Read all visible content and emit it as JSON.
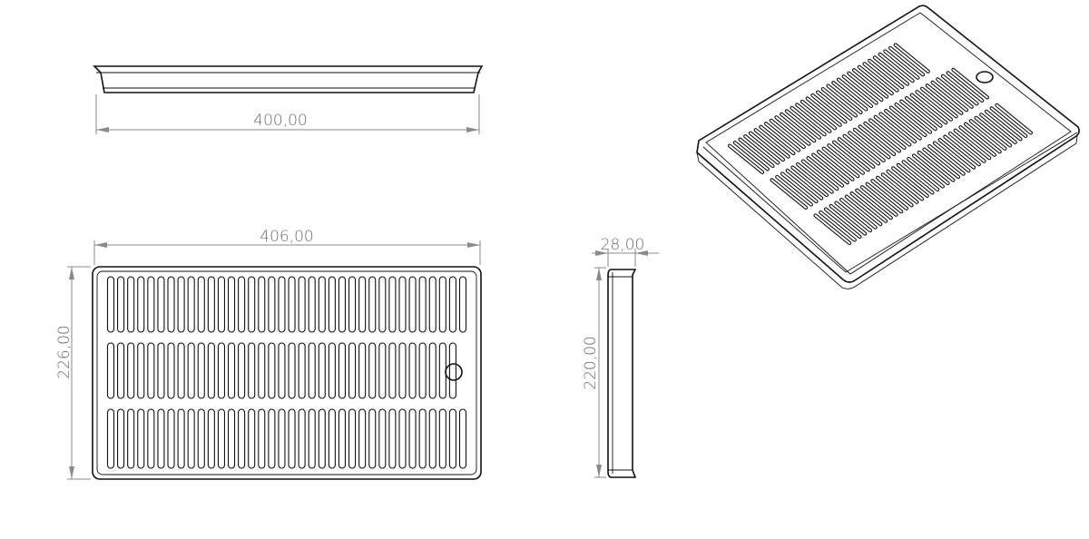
{
  "drawing": {
    "side_view": {
      "width_dimension": "400,00"
    },
    "top_view": {
      "width_dimension": "406,00",
      "height_dimension": "226,00",
      "slot_columns": 36,
      "slot_rows": 3
    },
    "end_view": {
      "depth_dimension": "28,00",
      "height_dimension": "220,00"
    },
    "isometric_view": {
      "slot_columns": 36,
      "slot_rows": 3
    }
  },
  "colors": {
    "line": "#111111",
    "dimension": "#8a8a8a"
  }
}
